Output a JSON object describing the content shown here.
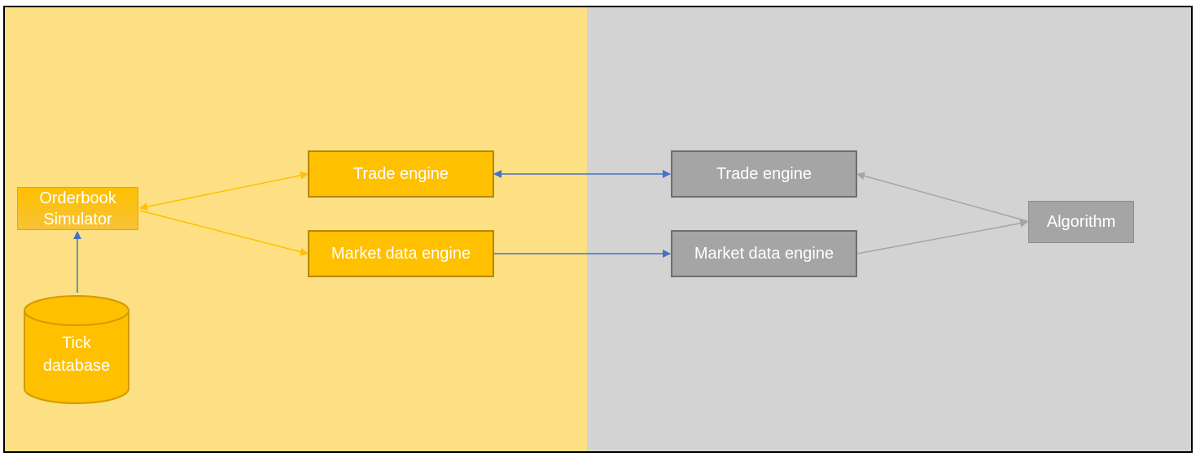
{
  "colors": {
    "left_background": "#fde084",
    "right_background": "#d3d3d3",
    "yellow_box": "#ffc000",
    "gray_box": "#a5a5a5",
    "blue_arrow": "#4472c4",
    "yellow_arrow": "#ffc000",
    "gray_arrow": "#a5a5a5"
  },
  "nodes": {
    "orderbook_simulator": "Orderbook\nSimulator",
    "tick_database": "Tick\ndatabase",
    "left_trade_engine": "Trade engine",
    "left_market_data_engine": "Market data engine",
    "right_trade_engine": "Trade engine",
    "right_market_data_engine": "Market data engine",
    "algorithm": "Algorithm"
  }
}
